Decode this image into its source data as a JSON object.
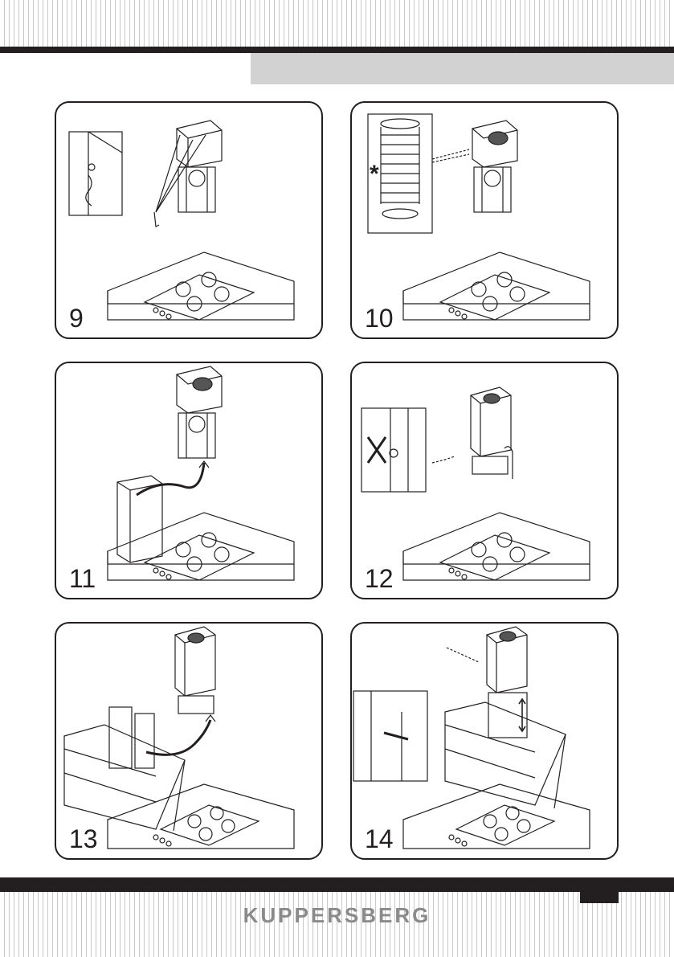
{
  "steps": [
    {
      "number": "9"
    },
    {
      "number": "10",
      "marker": "*"
    },
    {
      "number": "11"
    },
    {
      "number": "12"
    },
    {
      "number": "13"
    },
    {
      "number": "14"
    }
  ],
  "footer": {
    "brand": "KUPPERSBERG"
  },
  "colors": {
    "ink": "#231f20",
    "band": "#d2d2d2",
    "stripe": "#c9c9c9",
    "brand_text": "#8a8a8a"
  }
}
